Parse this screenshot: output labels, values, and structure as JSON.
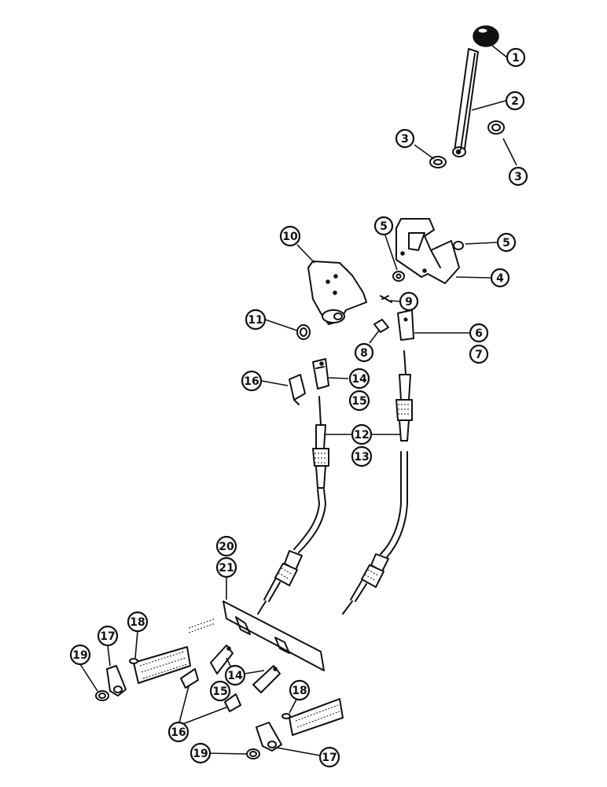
{
  "callouts": {
    "c1": "1",
    "c2": "2",
    "c3a": "3",
    "c3b": "3",
    "c4": "4",
    "c5a": "5",
    "c5b": "5",
    "c6": "6",
    "c7": "7",
    "c8": "8",
    "c9": "9",
    "c10": "10",
    "c11": "11",
    "c12": "12",
    "c13": "13",
    "c14a": "14",
    "c15a": "15",
    "c16a": "16",
    "c14b": "14",
    "c15b": "15",
    "c16b": "16",
    "c17a": "17",
    "c17b": "17",
    "c18a": "18",
    "c18b": "18",
    "c19a": "19",
    "c19b": "19",
    "c20": "20",
    "c21": "21"
  }
}
